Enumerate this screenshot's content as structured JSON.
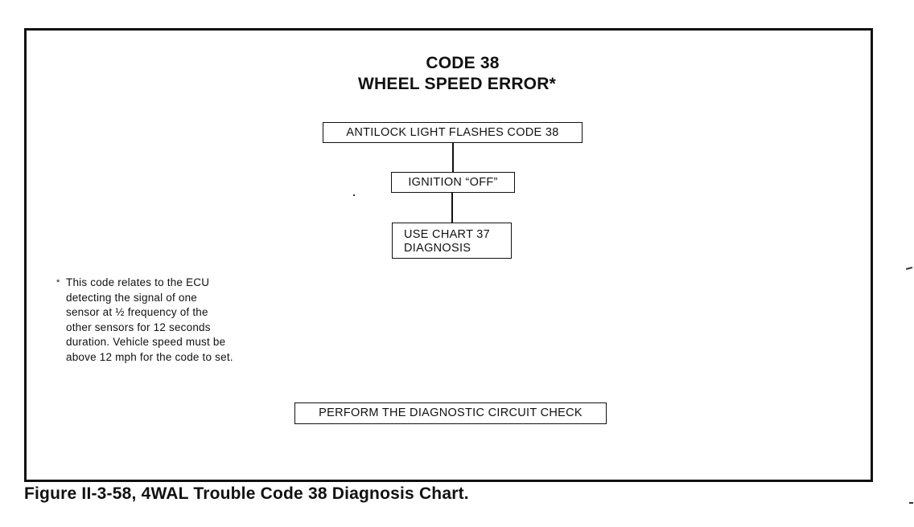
{
  "chart": {
    "title_line1": "CODE 38",
    "title_line2": "WHEEL SPEED ERROR*",
    "steps": [
      {
        "lines": [
          "ANTILOCK LIGHT FLASHES CODE 38"
        ]
      },
      {
        "lines": [
          "IGNITION “OFF”"
        ]
      },
      {
        "lines": [
          "USE CHART 37",
          "DIAGNOSIS"
        ]
      }
    ],
    "final_step": "PERFORM THE DIAGNOSTIC CIRCUIT CHECK",
    "footnote": {
      "marker": "*",
      "lines": [
        "This code relates to the ECU",
        "detecting the signal of one",
        "sensor at ½ frequency of the",
        "other sensors for 12 seconds",
        "duration. Vehicle speed must be",
        "above 12 mph for the code to set."
      ]
    }
  },
  "caption": "Figure II-3-58, 4WAL Trouble Code 38 Diagnosis Chart."
}
